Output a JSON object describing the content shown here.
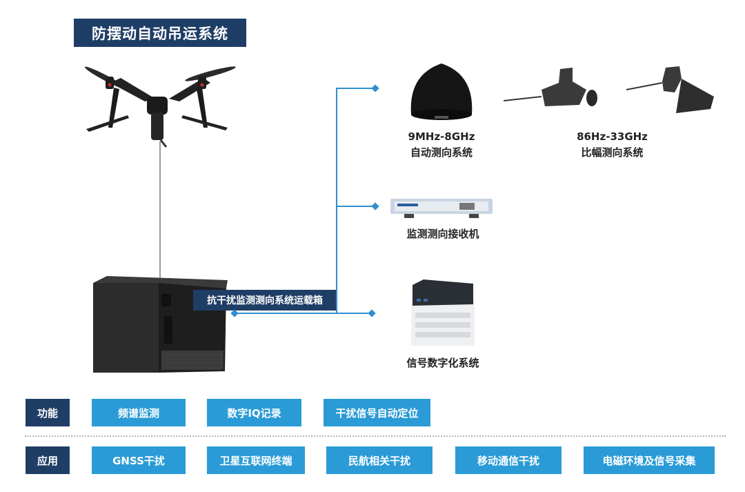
{
  "title": "防摆动自动吊运系统",
  "carrier_label": "抗干扰监测测向系统运载箱",
  "devices": {
    "auto_df": {
      "line1": "9MHz-8GHz",
      "line2": "自动测向系统"
    },
    "ratio_df": {
      "line1": "86Hz-33GHz",
      "line2": "比幅测向系统"
    },
    "receiver": {
      "label": "监测测向接收机"
    },
    "digitizer": {
      "label": "信号数字化系统"
    }
  },
  "functions": {
    "label": "功能",
    "items": [
      "频谱监测",
      "数字IQ记录",
      "干扰信号自动定位"
    ]
  },
  "applications": {
    "label": "应用",
    "items": [
      "GNSS干扰",
      "卫星互联网终端",
      "民航相关干扰",
      "移动通信干扰",
      "电磁环境及信号采集"
    ]
  },
  "colors": {
    "navy": "#1f3e66",
    "accent_blue": "#2a9bd6",
    "connector_blue": "#2f8fd0"
  }
}
